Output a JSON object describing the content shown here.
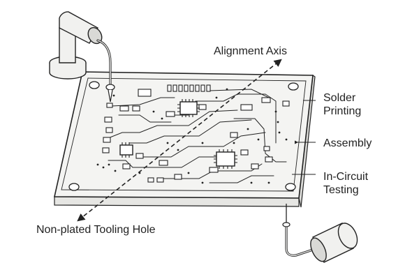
{
  "labels": {
    "alignment_axis": "Alignment Axis",
    "solder_printing_1": "Solder",
    "solder_printing_2": "Printing",
    "assembly": "Assembly",
    "in_circuit_1": "In-Circuit",
    "in_circuit_2": "Testing",
    "tooling_hole": "Non-plated Tooling Hole"
  },
  "colors": {
    "ink": "#222222",
    "board": "#f4f4f2",
    "board_edge": "#e6e6e3",
    "tool_body": "#f1f1ef",
    "tool_shade": "#d9d9d6"
  },
  "icons": {
    "top_probe": "probe-needle-icon",
    "bottom_probe": "probe-needle-icon"
  }
}
